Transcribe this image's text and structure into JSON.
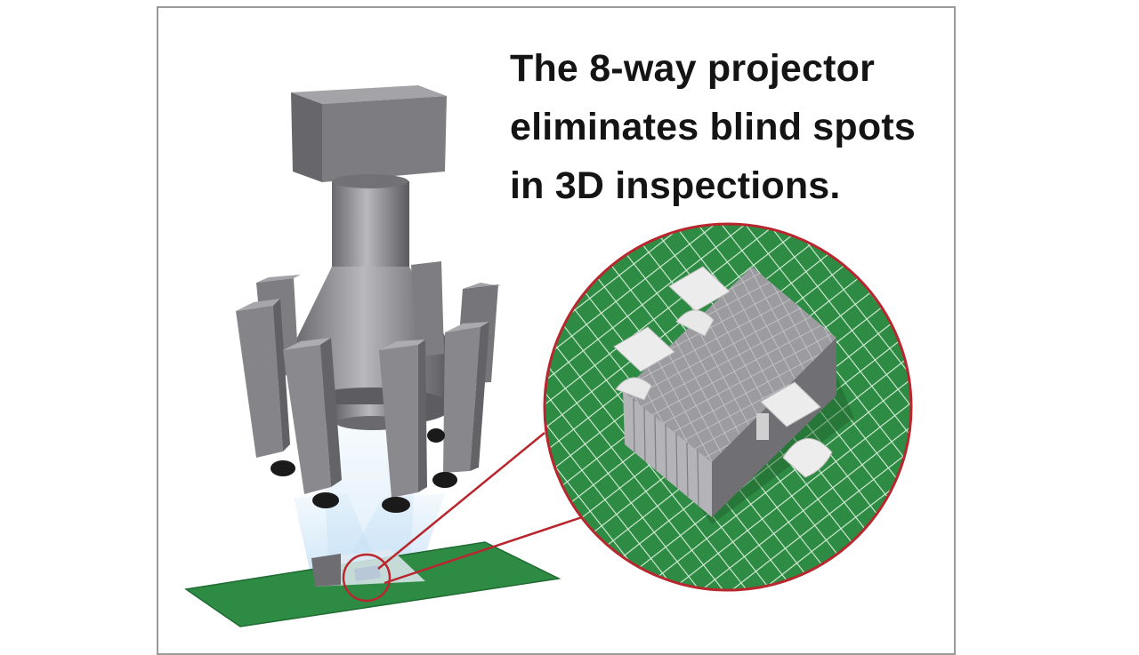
{
  "headline": {
    "lines": [
      "The 8-way projector",
      "eliminates blind spots",
      "in 3D inspections."
    ]
  },
  "colors": {
    "board_green": "#2e8b43",
    "projector_gray": "#8a8a8e",
    "callout_red": "#b8262e",
    "light_blue": "#c8e2f6"
  },
  "icons": {
    "projector": "eight-way-projector-icon",
    "board": "circuit-board-icon",
    "magnifier": "magnified-component-icon"
  }
}
